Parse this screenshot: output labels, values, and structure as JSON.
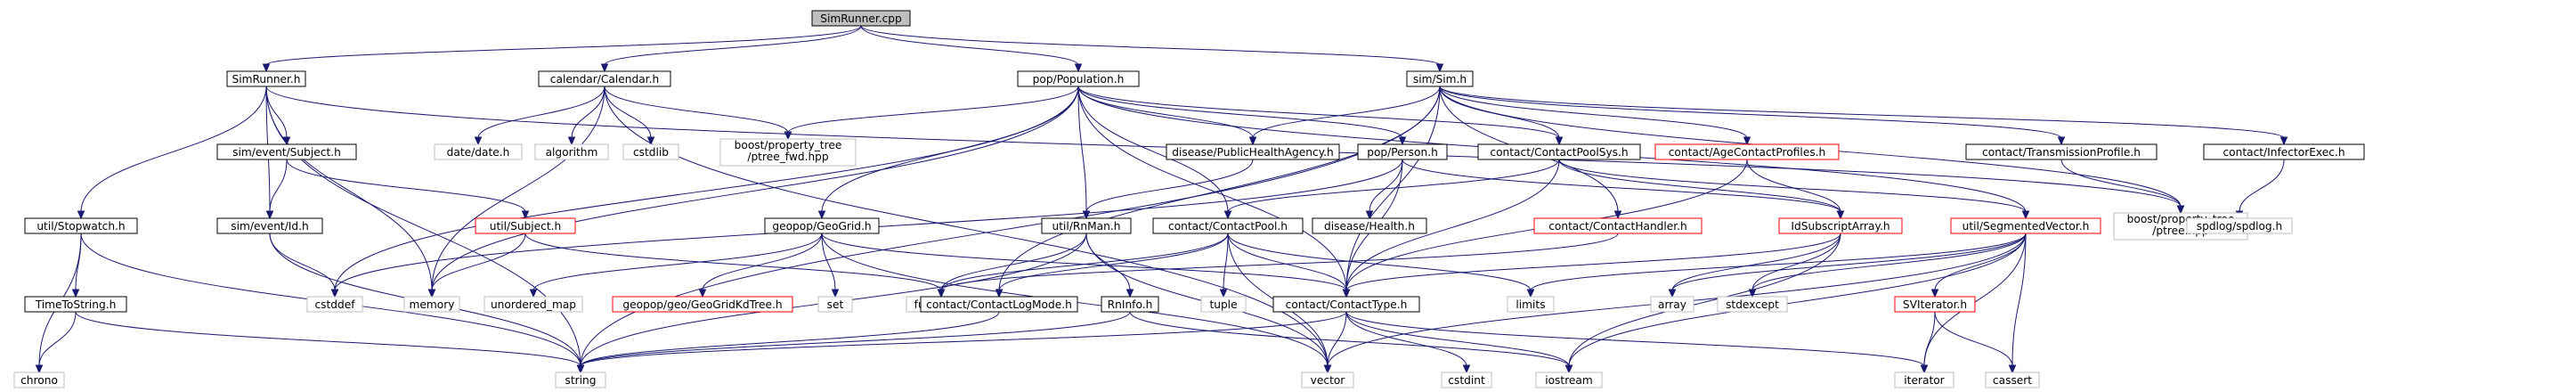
{
  "colors": {
    "edge": "#191970",
    "header_fill": "#bfbfbf",
    "documented_border": "#000000",
    "missing_border": "#ff0000",
    "system_border": "#bfbfbf",
    "system_text": "#7f7f7f",
    "fill": "#ffffff"
  },
  "nodes": [
    {
      "id": "simrunner_cpp",
      "label": "SimRunner.cpp",
      "kind": "header"
    },
    {
      "id": "simrunner_h",
      "label": "SimRunner.h",
      "kind": "documented"
    },
    {
      "id": "calendar_h",
      "label": "calendar/Calendar.h",
      "kind": "documented"
    },
    {
      "id": "population_h",
      "label": "pop/Population.h",
      "kind": "documented"
    },
    {
      "id": "sim_h",
      "label": "sim/Sim.h",
      "kind": "documented"
    },
    {
      "id": "subject_h",
      "label": "sim/event/Subject.h",
      "kind": "documented"
    },
    {
      "id": "id_h",
      "label": "sim/event/Id.h",
      "kind": "documented"
    },
    {
      "id": "stopwatch_h",
      "label": "util/Stopwatch.h",
      "kind": "documented"
    },
    {
      "id": "timetostring_h",
      "label": "TimeToString.h",
      "kind": "documented"
    },
    {
      "id": "util_subject_h",
      "label": "util/Subject.h",
      "kind": "missing"
    },
    {
      "id": "date_h",
      "label": "date/date.h",
      "kind": "system"
    },
    {
      "id": "algorithm",
      "label": "algorithm",
      "kind": "system"
    },
    {
      "id": "cstdlib",
      "label": "cstdlib",
      "kind": "system"
    },
    {
      "id": "ptree_fwd",
      "label": "boost/property_tree\n/ptree_fwd.hpp",
      "kind": "system"
    },
    {
      "id": "publichealth_h",
      "label": "disease/PublicHealthAgency.h",
      "kind": "documented"
    },
    {
      "id": "person_h",
      "label": "pop/Person.h",
      "kind": "documented"
    },
    {
      "id": "contactpoolsys_h",
      "label": "contact/ContactPoolSys.h",
      "kind": "documented"
    },
    {
      "id": "agecontact_h",
      "label": "contact/AgeContactProfiles.h",
      "kind": "missing"
    },
    {
      "id": "transmission_h",
      "label": "contact/TransmissionProfile.h",
      "kind": "documented"
    },
    {
      "id": "infectorexec_h",
      "label": "contact/InfectorExec.h",
      "kind": "documented"
    },
    {
      "id": "health_h",
      "label": "disease/Health.h",
      "kind": "documented"
    },
    {
      "id": "geogrid_h",
      "label": "geopop/GeoGrid.h",
      "kind": "documented"
    },
    {
      "id": "rnman_h",
      "label": "util/RnMan.h",
      "kind": "documented"
    },
    {
      "id": "contactpool_h",
      "label": "contact/ContactPool.h",
      "kind": "documented"
    },
    {
      "id": "contacthandler_h",
      "label": "contact/ContactHandler.h",
      "kind": "missing"
    },
    {
      "id": "idsubscript_h",
      "label": "IdSubscriptArray.h",
      "kind": "missing"
    },
    {
      "id": "segmented_h",
      "label": "util/SegmentedVector.h",
      "kind": "missing"
    },
    {
      "id": "ptree_hpp",
      "label": "boost/property_tree\n/ptree.hpp",
      "kind": "system"
    },
    {
      "id": "spdlog_h",
      "label": "spdlog/spdlog.h",
      "kind": "system"
    },
    {
      "id": "cstddef",
      "label": "cstddef",
      "kind": "system"
    },
    {
      "id": "memory",
      "label": "memory",
      "kind": "system"
    },
    {
      "id": "unordered_map",
      "label": "unordered_map",
      "kind": "system"
    },
    {
      "id": "geogridkdtree_h",
      "label": "geopop/geo/GeoGridKdTree.h",
      "kind": "missing"
    },
    {
      "id": "set",
      "label": "set",
      "kind": "system"
    },
    {
      "id": "functional",
      "label": "functional",
      "kind": "system"
    },
    {
      "id": "contactlogmode_h",
      "label": "contact/ContactLogMode.h",
      "kind": "documented"
    },
    {
      "id": "rninfo_h",
      "label": "RnInfo.h",
      "kind": "documented"
    },
    {
      "id": "tuple",
      "label": "tuple",
      "kind": "system"
    },
    {
      "id": "contacttype_h",
      "label": "contact/ContactType.h",
      "kind": "documented"
    },
    {
      "id": "limits",
      "label": "limits",
      "kind": "system"
    },
    {
      "id": "array",
      "label": "array",
      "kind": "system"
    },
    {
      "id": "stdexcept",
      "label": "stdexcept",
      "kind": "system"
    },
    {
      "id": "sviterator_h",
      "label": "SVIterator.h",
      "kind": "missing"
    },
    {
      "id": "chrono",
      "label": "chrono",
      "kind": "system"
    },
    {
      "id": "string",
      "label": "string",
      "kind": "system"
    },
    {
      "id": "vector",
      "label": "vector",
      "kind": "system"
    },
    {
      "id": "cstdint",
      "label": "cstdint",
      "kind": "system"
    },
    {
      "id": "iostream",
      "label": "iostream",
      "kind": "system"
    },
    {
      "id": "iterator",
      "label": "iterator",
      "kind": "system"
    },
    {
      "id": "cassert",
      "label": "cassert",
      "kind": "system"
    }
  ],
  "edges": [
    [
      "simrunner_cpp",
      "simrunner_h"
    ],
    [
      "simrunner_cpp",
      "calendar_h"
    ],
    [
      "simrunner_cpp",
      "population_h"
    ],
    [
      "simrunner_cpp",
      "sim_h"
    ],
    [
      "simrunner_h",
      "subject_h"
    ],
    [
      "simrunner_h",
      "id_h"
    ],
    [
      "simrunner_h",
      "stopwatch_h"
    ],
    [
      "simrunner_h",
      "memory"
    ],
    [
      "simrunner_h",
      "string"
    ],
    [
      "simrunner_h",
      "ptree_hpp"
    ],
    [
      "calendar_h",
      "date_h"
    ],
    [
      "calendar_h",
      "algorithm"
    ],
    [
      "calendar_h",
      "cstdlib"
    ],
    [
      "calendar_h",
      "ptree_fwd"
    ],
    [
      "calendar_h",
      "memory"
    ],
    [
      "calendar_h",
      "vector"
    ],
    [
      "population_h",
      "ptree_fwd"
    ],
    [
      "population_h",
      "publichealth_h"
    ],
    [
      "population_h",
      "person_h"
    ],
    [
      "population_h",
      "contactpoolsys_h"
    ],
    [
      "population_h",
      "geogrid_h"
    ],
    [
      "population_h",
      "rnman_h"
    ],
    [
      "population_h",
      "contactpool_h"
    ],
    [
      "population_h",
      "segmented_h"
    ],
    [
      "population_h",
      "contacttype_h"
    ],
    [
      "population_h",
      "memory"
    ],
    [
      "population_h",
      "cstddef"
    ],
    [
      "sim_h",
      "publichealth_h"
    ],
    [
      "sim_h",
      "contactpoolsys_h"
    ],
    [
      "sim_h",
      "agecontact_h"
    ],
    [
      "sim_h",
      "transmission_h"
    ],
    [
      "sim_h",
      "infectorexec_h"
    ],
    [
      "sim_h",
      "contacthandler_h"
    ],
    [
      "sim_h",
      "contactlogmode_h"
    ],
    [
      "sim_h",
      "ptree_hpp"
    ],
    [
      "sim_h",
      "string"
    ],
    [
      "sim_h",
      "contacttype_h"
    ],
    [
      "subject_h",
      "id_h"
    ],
    [
      "subject_h",
      "util_subject_h"
    ],
    [
      "id_h",
      "cstddef"
    ],
    [
      "id_h",
      "string"
    ],
    [
      "stopwatch_h",
      "timetostring_h"
    ],
    [
      "stopwatch_h",
      "chrono"
    ],
    [
      "stopwatch_h",
      "string"
    ],
    [
      "timetostring_h",
      "chrono"
    ],
    [
      "timetostring_h",
      "string"
    ],
    [
      "util_subject_h",
      "memory"
    ],
    [
      "util_subject_h",
      "functional"
    ],
    [
      "publichealth_h",
      "rnman_h"
    ],
    [
      "person_h",
      "health_h"
    ],
    [
      "person_h",
      "idsubscript_h"
    ],
    [
      "person_h",
      "contacttype_h"
    ],
    [
      "person_h",
      "cstddef"
    ],
    [
      "contactpoolsys_h",
      "idsubscript_h"
    ],
    [
      "contactpoolsys_h",
      "segmented_h"
    ],
    [
      "contactpoolsys_h",
      "contactpool_h"
    ],
    [
      "contactpoolsys_h",
      "contacttype_h"
    ],
    [
      "agecontact_h",
      "idsubscript_h"
    ],
    [
      "agecontact_h",
      "contacttype_h"
    ],
    [
      "transmission_h",
      "ptree_hpp"
    ],
    [
      "infectorexec_h",
      "spdlog_h"
    ],
    [
      "geogrid_h",
      "unordered_map"
    ],
    [
      "geogrid_h",
      "geogridkdtree_h"
    ],
    [
      "geogrid_h",
      "set"
    ],
    [
      "geogrid_h",
      "vector"
    ],
    [
      "geogrid_h",
      "contacttype_h"
    ],
    [
      "rnman_h",
      "functional"
    ],
    [
      "rnman_h",
      "rninfo_h"
    ],
    [
      "rnman_h",
      "vector"
    ],
    [
      "rnman_h",
      "string"
    ],
    [
      "contactpool_h",
      "contactlogmode_h"
    ],
    [
      "contactpool_h",
      "contacttype_h"
    ],
    [
      "contactpool_h",
      "tuple"
    ],
    [
      "contactpool_h",
      "limits"
    ],
    [
      "contactpool_h",
      "vector"
    ],
    [
      "contactpool_h",
      "functional"
    ],
    [
      "contacthandler_h",
      "functional"
    ],
    [
      "idsubscript_h",
      "contacttype_h"
    ],
    [
      "idsubscript_h",
      "array"
    ],
    [
      "idsubscript_h",
      "stdexcept"
    ],
    [
      "idsubscript_h",
      "iostream"
    ],
    [
      "segmented_h",
      "array"
    ],
    [
      "segmented_h",
      "stdexcept"
    ],
    [
      "segmented_h",
      "sviterator_h"
    ],
    [
      "segmented_h",
      "limits"
    ],
    [
      "segmented_h",
      "iterator"
    ],
    [
      "segmented_h",
      "cassert"
    ],
    [
      "segmented_h",
      "vector"
    ],
    [
      "segmented_h",
      "iostream"
    ],
    [
      "sviterator_h",
      "iterator"
    ],
    [
      "sviterator_h",
      "cassert"
    ],
    [
      "contactlogmode_h",
      "string"
    ],
    [
      "rninfo_h",
      "iostream"
    ],
    [
      "rninfo_h",
      "string"
    ],
    [
      "contacttype_h",
      "cstdint"
    ],
    [
      "contacttype_h",
      "iostream"
    ],
    [
      "contacttype_h",
      "string"
    ],
    [
      "contacttype_h",
      "vector"
    ],
    [
      "contacttype_h",
      "iterator"
    ]
  ]
}
